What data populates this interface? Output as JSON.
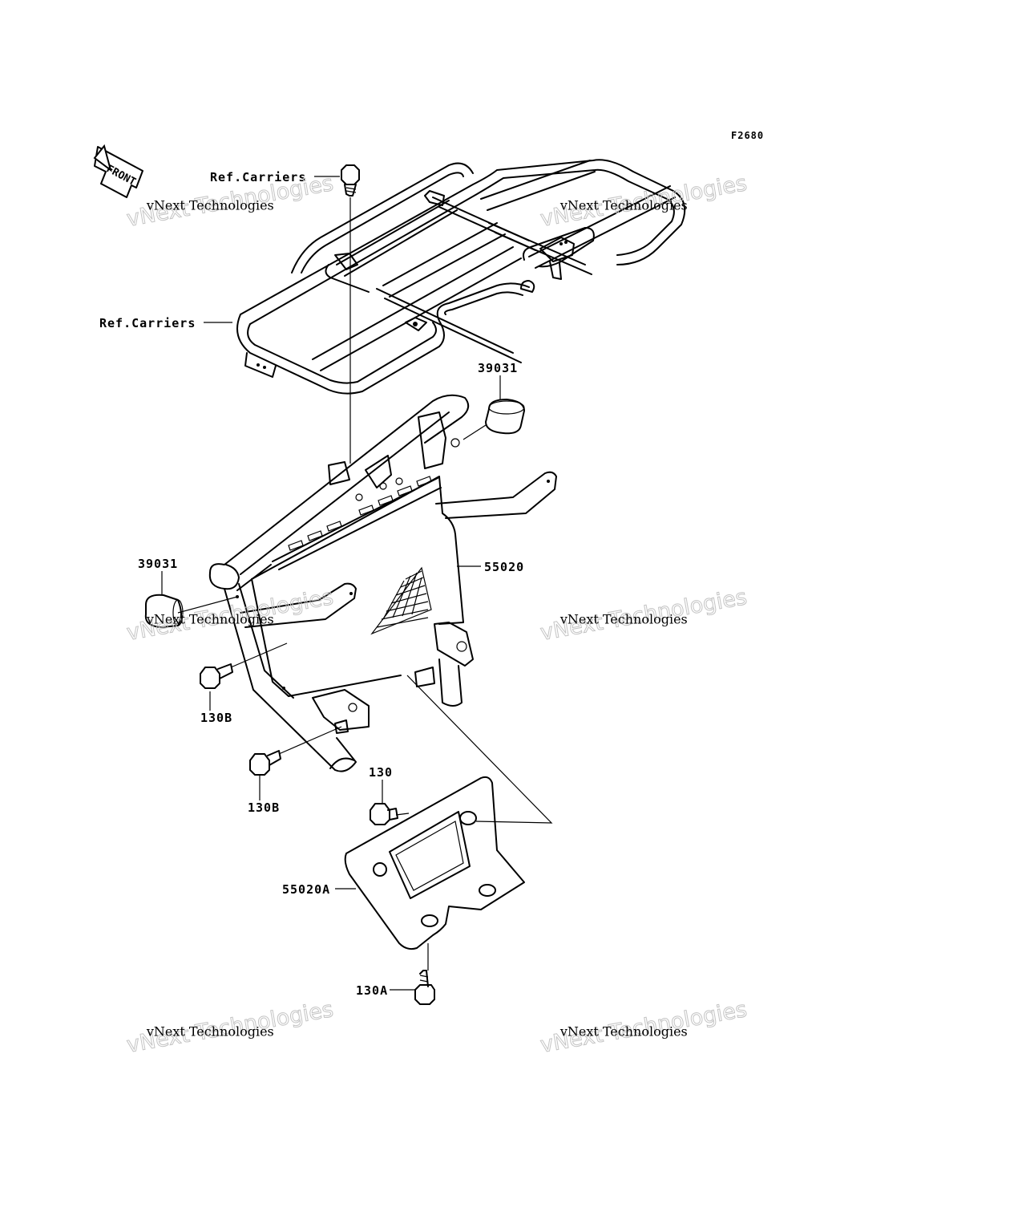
{
  "diagram_code": "F2680",
  "front_label": "FRONT",
  "labels": {
    "ref_carriers_top": "Ref.Carriers",
    "ref_carriers_side": "Ref.Carriers",
    "collar_right": "39031",
    "collar_left": "39031",
    "guard_main": "55020",
    "bolt_130b_upper": "130B",
    "bolt_130b_lower": "130B",
    "bolt_130": "130",
    "guard_plate": "55020A",
    "bolt_130a": "130A"
  },
  "watermarks": [
    {
      "line1": "vNext Technologies",
      "line2": "vNext Technologies"
    },
    {
      "line1": "vNext Technologies",
      "line2": "vNext Technologies"
    },
    {
      "line1": "vNext Technologies",
      "line2": "vNext Technologies"
    },
    {
      "line1": "vNext Technologies",
      "line2": "vNext Technologies"
    },
    {
      "line1": "vNext Technologies",
      "line2": "vNext Technologies"
    },
    {
      "line1": "vNext Technologies",
      "line2": "vNext Technologies"
    }
  ]
}
